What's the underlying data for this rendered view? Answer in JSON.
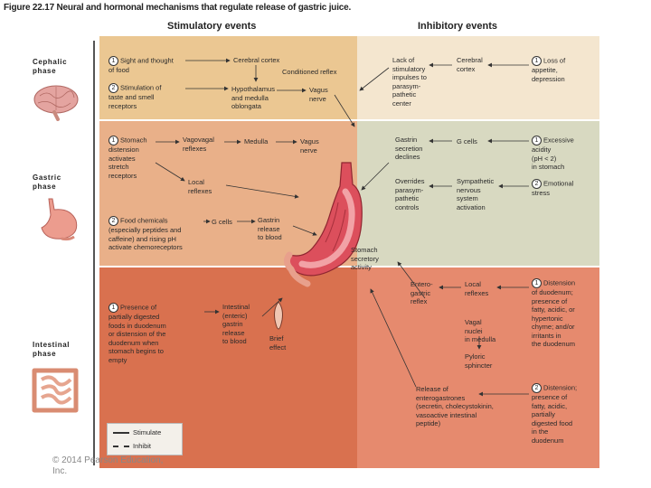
{
  "figure_title": "Figure 22.17 Neural and hormonal mechanisms that regulate release of gastric juice.",
  "headers": {
    "stimulatory": "Stimulatory events",
    "inhibitory": "Inhibitory events"
  },
  "phases": {
    "cephalic": "Cephalic\nphase",
    "gastric": "Gastric\nphase",
    "intestinal": "Intestinal\nphase"
  },
  "stimulatory": {
    "cephalic": {
      "n1": "1",
      "sight": "Sight and thought\nof food",
      "n2": "2",
      "stim": "Stimulation of\ntaste and smell\nreceptors",
      "cortex": "Cerebral cortex",
      "conditioned": "Conditioned reflex",
      "hypo": "Hypothalamus\nand medulla\noblongata",
      "vagus": "Vagus\nnerve"
    },
    "gastric": {
      "n1": "1",
      "stomach": "Stomach\ndistension\nactivates\nstretch\nreceptors",
      "vagovagal": "Vagovagal\nreflexes",
      "medulla": "Medulla",
      "vagus": "Vagus\nnerve",
      "local": "Local\nreflexes",
      "n2": "2",
      "chem": "Food chemicals\n(especially peptides and\ncaffeine) and rising pH\nactivate chemoreceptors",
      "gcells": "G cells",
      "gastrin": "Gastrin\nrelease\nto blood"
    },
    "intestinal": {
      "n1": "1",
      "presence": "Presence of\npartially digested\nfoods in duodenum\nor distension of the\nduodenum when\nstomach begins to\nempty",
      "intestinal_gastrin": "Intestinal\n(enteric)\ngastrin\nrelease\nto blood",
      "brief": "Brief\neffect"
    }
  },
  "stomach_label": "Stomach\nsecretory\nactivity",
  "inhibitory": {
    "cephalic": {
      "lack": "Lack of\nstimulatory\nimpulses to\nparasym-\npathetic\ncenter",
      "cortex": "Cerebral\ncortex",
      "n1": "1",
      "loss": "Loss of\nappetite,\ndepression"
    },
    "gastric": {
      "gastrin": "Gastrin\nsecretion\ndeclines",
      "gcells": "G cells",
      "n1": "1",
      "acidity": "Excessive\nacidity\n(pH < 2)\nin stomach",
      "n2": "2",
      "emotional": "Emotional\nstress",
      "overrides": "Overrides\nparasym-\npathetic\ncontrols",
      "sympathetic": "Sympathetic\nnervous\nsystem\nactivation"
    },
    "intestinal": {
      "entero": "Entero-\ngastric\nreflex",
      "local": "Local\nreflexes",
      "vagal": "Vagal\nnuclei\nin medulla",
      "pyloric": "Pyloric\nsphincter",
      "release": "Release of\nenterogastrones\n(secretin, cholecystokinin,\nvasoactive intestinal\npeptide)",
      "n1": "1",
      "distension": "Distension\nof duodenum;\npresence of\nfatty, acidic, or\nhypertonic\nchyme; and/or\nirritants in\nthe duodenum",
      "n2": "2",
      "distension2": "Distension;\npresence of\nfatty, acidic,\npartially\ndigested food\nin the\nduodenum"
    }
  },
  "legend": {
    "stimulate": "Stimulate",
    "inhibit": "Inhibit"
  },
  "copyright": "© 2014 Pearson Education,\nInc."
}
